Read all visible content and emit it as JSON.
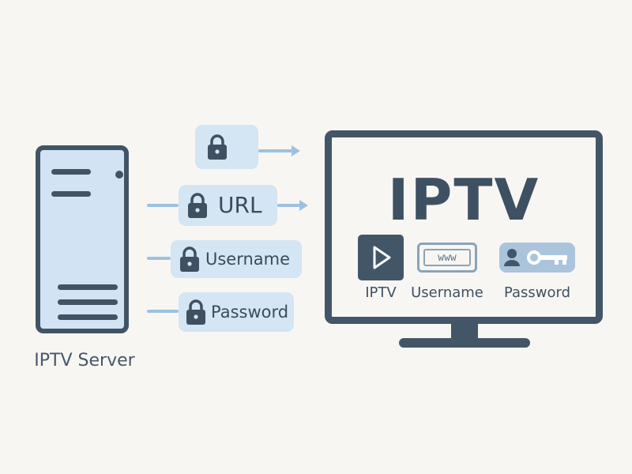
{
  "server": {
    "label": "IPTV Server",
    "icon": "server-tower-icon"
  },
  "credentials": [
    {
      "label": "",
      "icon": "padlock-icon"
    },
    {
      "label": "URL",
      "icon": "padlock-icon"
    },
    {
      "label": "Username",
      "icon": "padlock-icon"
    },
    {
      "label": "Password",
      "icon": "padlock-icon"
    }
  ],
  "monitor": {
    "title": "IPTV",
    "items": [
      {
        "label": "IPTV",
        "icon": "play-icon"
      },
      {
        "label": "Username",
        "icon": "www-icon",
        "icon_text": "www"
      },
      {
        "label": "Password",
        "icon": "user-key-icon"
      }
    ]
  },
  "colors": {
    "background": "#f8f6f3",
    "dark": "#435667",
    "light_blue": "#d4e5f3",
    "connector": "#9cc2df"
  }
}
